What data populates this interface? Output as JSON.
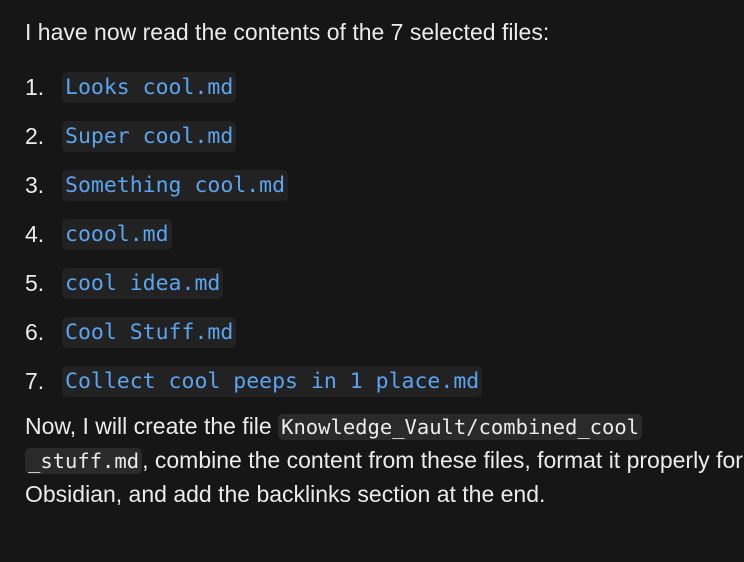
{
  "message": {
    "intro": "I have now read the contents of the 7 selected files:",
    "files": [
      {
        "num": "1.",
        "name": "Looks cool.md"
      },
      {
        "num": "2.",
        "name": "Super cool.md"
      },
      {
        "num": "3.",
        "name": "Something cool.md"
      },
      {
        "num": "4.",
        "name": "coool.md"
      },
      {
        "num": "5.",
        "name": "cool idea.md"
      },
      {
        "num": "6.",
        "name": "Cool Stuff.md"
      },
      {
        "num": "7.",
        "name": "Collect cool peeps in 1 place.md"
      }
    ],
    "outro_before": "Now, I will create the file ",
    "outro_path_1": "Knowledge_Vault/combined_cool",
    "outro_path_2": "_stuff.md",
    "outro_after": ", combine the content from these files, format it properly for Obsidian, and add the backlinks section at the end."
  },
  "colors": {
    "background": "#161616",
    "text": "#ebebeb",
    "link": "#5ba4f0",
    "code_bg": "#222222"
  }
}
